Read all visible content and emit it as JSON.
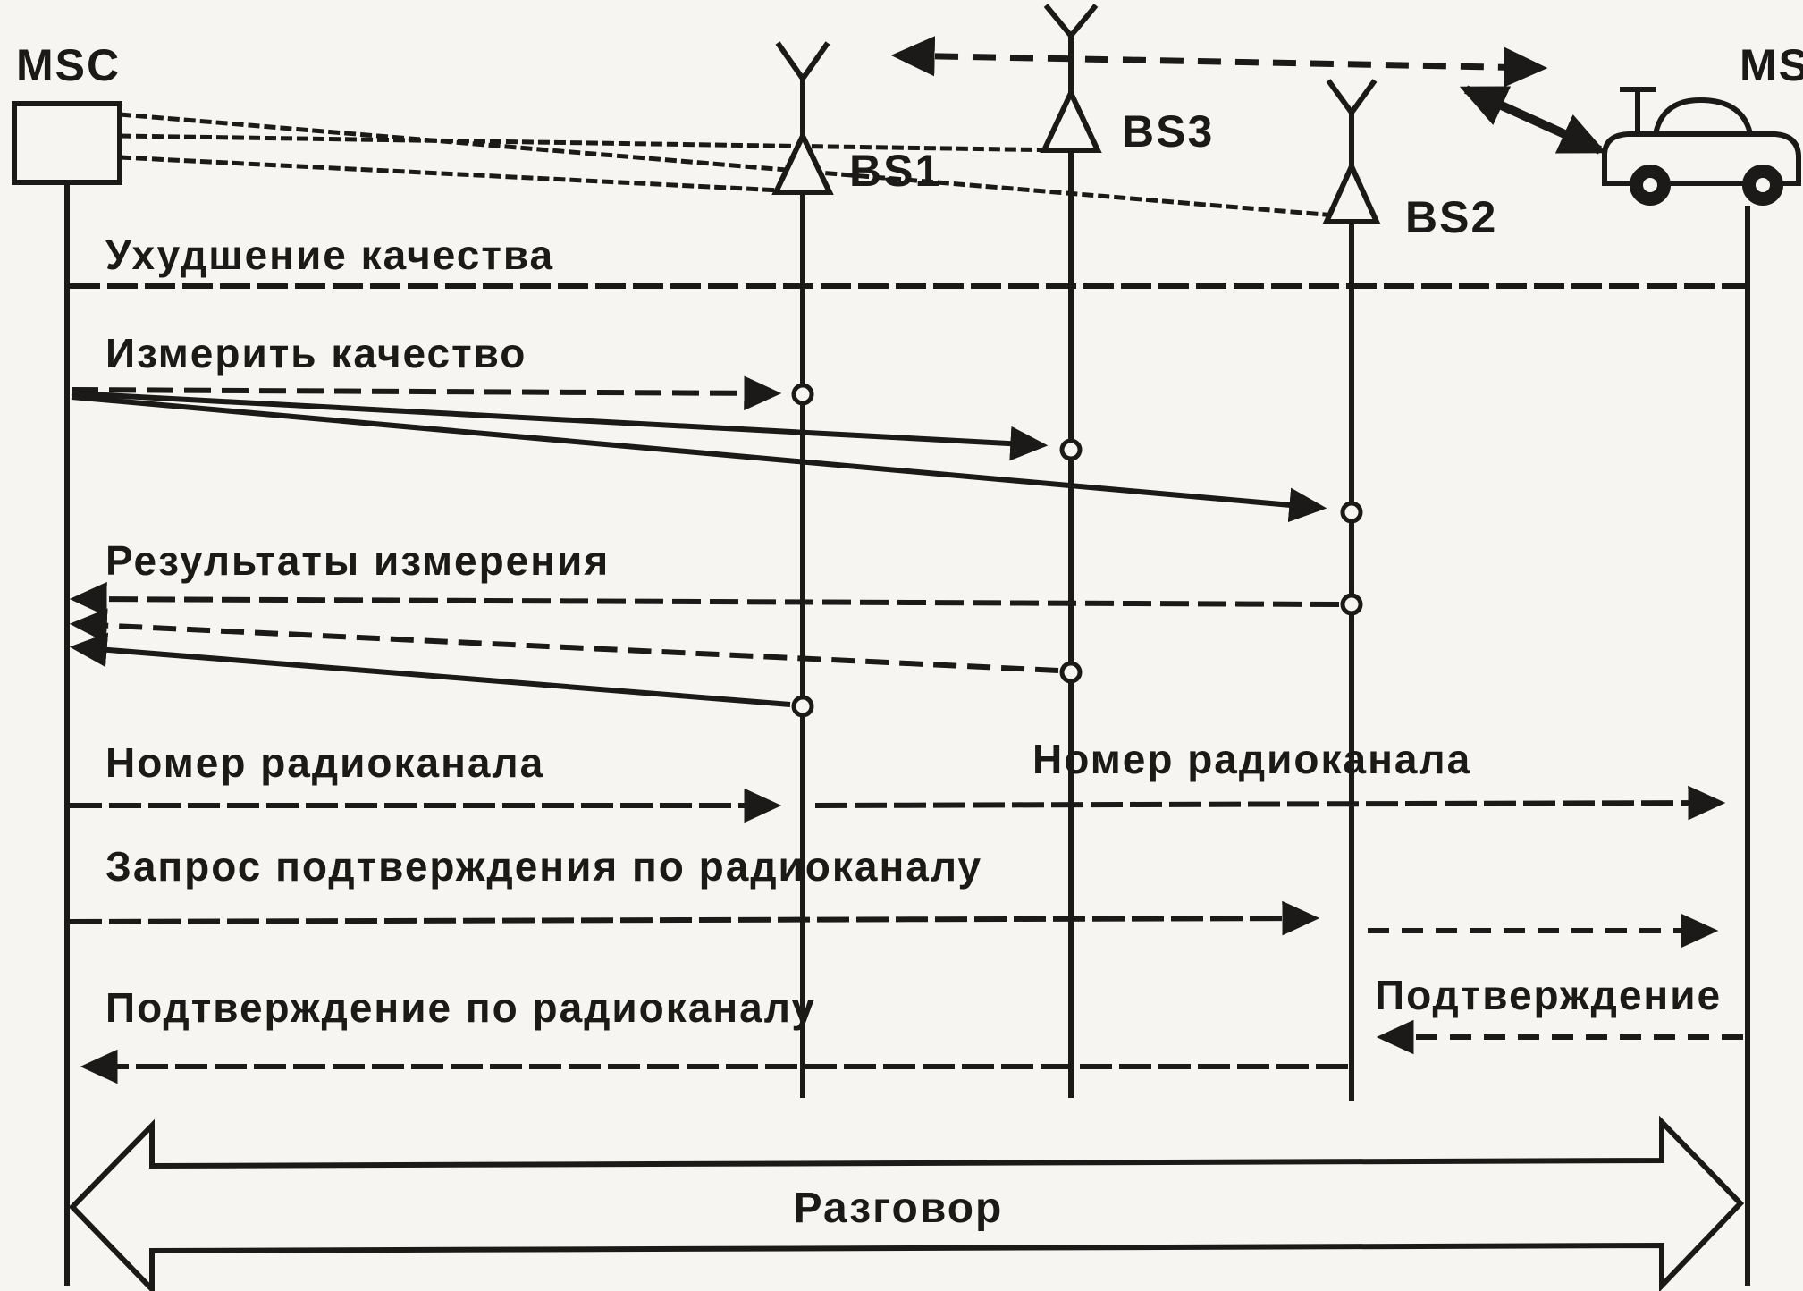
{
  "meta": {
    "background_color": "#f6f5f1",
    "ink_color": "#1b1a18",
    "diagram_type": "gsm-handover-sequence"
  },
  "nodes": {
    "msc": {
      "label": "MSC"
    },
    "bs1": {
      "label": "BS1"
    },
    "bs3": {
      "label": "BS3"
    },
    "bs2": {
      "label": "BS2"
    },
    "ms": {
      "label": "MS"
    }
  },
  "messages": {
    "quality_degradation": "Ухудшение качества",
    "measure_quality": "Измерить качество",
    "measurement_results": "Результаты измерения",
    "radio_channel_number_left": "Номер радиоканала",
    "radio_channel_number_right": "Номер радиоканала",
    "radio_confirmation_request": "Запрос подтверждения по радиоканалу",
    "radio_confirmation": "Подтверждение по радиоканалу",
    "confirmation": "Подтверждение",
    "conversation": "Разговор"
  }
}
